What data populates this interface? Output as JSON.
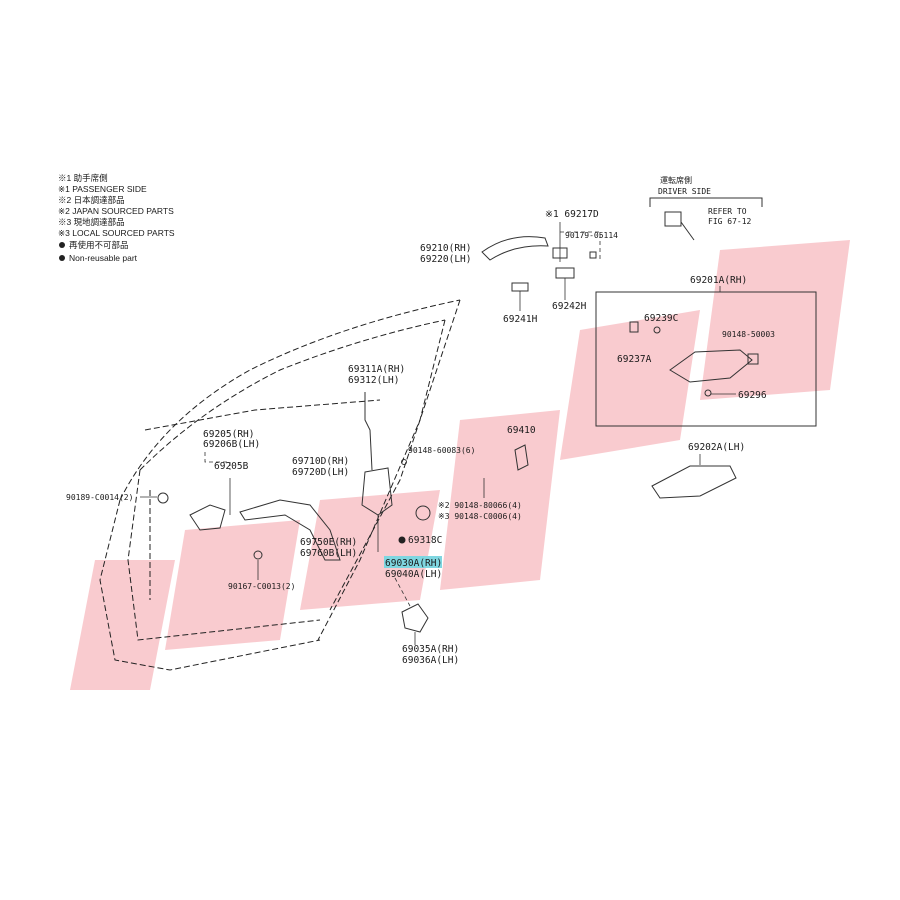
{
  "legend": {
    "l1": "※1 助手席側",
    "l2": "※1 PASSENGER SIDE",
    "l3": "※2 日本調達部品",
    "l4": "※2 JAPAN SOURCED PARTS",
    "l5": "※3 現地調達部品",
    "l6": "※3 LOCAL SOURCED PARTS",
    "l7": "再使用不可部品",
    "l8": "Non-reusable part"
  },
  "driver_side": {
    "jp": "運転席側",
    "en": "DRIVER SIDE",
    "refer1": "REFER TO",
    "refer2": "FIG 67-12"
  },
  "parts": {
    "p69217D": "※1 69217D",
    "p90179": "90179-05114",
    "p69210": "69210(RH)",
    "p69220": "69220(LH)",
    "p69241H": "69241H",
    "p69242H": "69242H",
    "p69201A": "69201A(RH)",
    "p69239C": "69239C",
    "p90148_50003": "90148-50003",
    "p69237A": "69237A",
    "p69296": "69296",
    "p69311A": "69311A(RH)",
    "p69312": "69312(LH)",
    "p69410": "69410",
    "p69202A": "69202A(LH)",
    "p69205": "69205(RH)",
    "p69206B": "69206B(LH)",
    "p69205B": "69205B",
    "p69710D": "69710D(RH)",
    "p69720D": "69720D(LH)",
    "p90148_60083": "90148-60083(6)",
    "p90189": "90189-C0014(2)",
    "p90148_80066": "※2 90148-80066(4)",
    "p90148_C0006": "※3 90148-C0006(4)",
    "p69750E": "69750E(RH)",
    "p69760B": "69760B(LH)",
    "p69318C": "69318C",
    "p69030A": "69030A(RH)",
    "p69040A": "69040A(LH)",
    "p90167": "90167-C0013(2)",
    "p69035A": "69035A(RH)",
    "p69036A": "69036A(LH)"
  },
  "colors": {
    "highlight": "#7fd6e0",
    "watermark": "#f4a0a8"
  }
}
